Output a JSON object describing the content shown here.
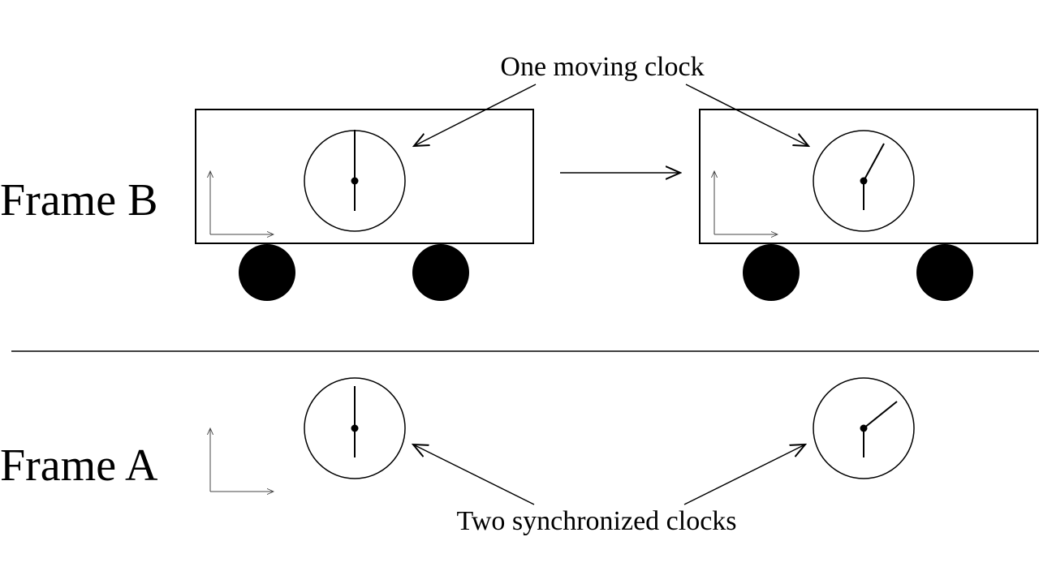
{
  "frames": {
    "top_label": "Frame B",
    "bottom_label": "Frame A"
  },
  "annotations": {
    "moving_clock": "One moving clock",
    "synchronized_clocks": "Two synchronized clocks"
  }
}
